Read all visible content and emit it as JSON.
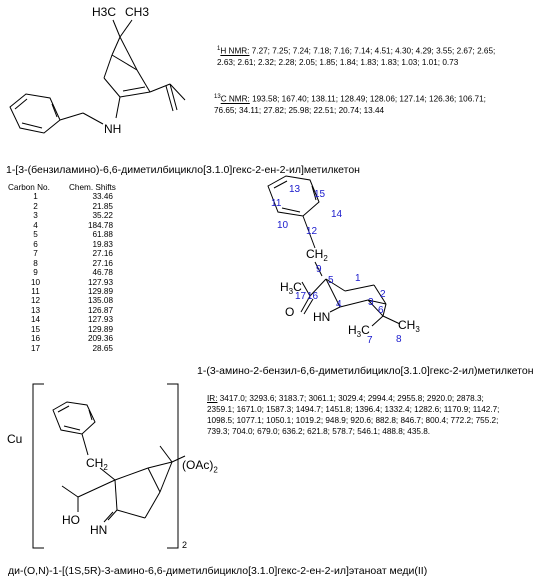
{
  "compound1": {
    "name": "1-[3-(бензиламино)-6,6-диметилбицикло[3.1.0]гекс-2-ен-2-ил]метилкетон",
    "atom_labels": {
      "h3c": "H3C",
      "ch3": "CH3",
      "nh": "NH"
    },
    "h_nmr_label": "H NMR:",
    "h_nmr_prefix": "1",
    "h_nmr_values": "7.27; 7.25; 7.24; 7.18; 7.16; 7.14; 4.51; 4.30; 4.29; 3.55; 2.67; 2.65; 2.63; 2.61; 2.32; 2.28; 2.05; 1.85; 1.84; 1.83; 1.83; 1.03; 1.01; 0.73",
    "c_nmr_label": "C NMR:",
    "c_nmr_prefix": "13",
    "c_nmr_values": "193.58; 167.40; 138.11; 128.49; 128.06; 127.14; 126.36; 106.71; 76.65; 34.11; 27.82; 25.98; 22.51; 20.74; 13.44"
  },
  "shifts_table": {
    "headers": [
      "Carbon No.",
      "Chem. Shifts"
    ],
    "rows": [
      [
        "1",
        "33.46"
      ],
      [
        "2",
        "21.85"
      ],
      [
        "3",
        "35.22"
      ],
      [
        "4",
        "184.78"
      ],
      [
        "5",
        "61.88"
      ],
      [
        "6",
        "19.83"
      ],
      [
        "7",
        "27.16"
      ],
      [
        "8",
        "27.16"
      ],
      [
        "9",
        "46.78"
      ],
      [
        "10",
        "127.93"
      ],
      [
        "11",
        "129.89"
      ],
      [
        "12",
        "135.08"
      ],
      [
        "13",
        "126.87"
      ],
      [
        "14",
        "127.93"
      ],
      [
        "15",
        "129.89"
      ],
      [
        "16",
        "209.36"
      ],
      [
        "17",
        "28.65"
      ]
    ]
  },
  "compound2": {
    "name": "1-(3-амино-2-бензил-6,6-диметилбицикло[3.1.0]гекс-2-ил)метилкетон",
    "atom_labels": {
      "ch2": "CH",
      "h3c": "H C",
      "hn": "HN",
      "o": "O",
      "ch3": "CH",
      "h3c2": "H C"
    },
    "atom_numbers": [
      "13",
      "11",
      "15",
      "10",
      "12",
      "14",
      "9",
      "5",
      "1",
      "16",
      "4",
      "3",
      "2",
      "17",
      "6",
      "7",
      "8"
    ]
  },
  "compound3": {
    "name": "ди-(O,N)-1-[(1S,5R)-3-амино-6,6-диметилбицикло[3.1.0]гекс-2-ен-2-ил]этаноат меди(II)",
    "metal": "Cu",
    "counter_ion": "(OAc)",
    "counter_sub": "2",
    "bracket_sub": "2",
    "atom_labels": {
      "ch2": "CH",
      "ho": "HO",
      "hn": "HN"
    },
    "ir_label": "IR:",
    "ir_values": "3417.0; 3293.6; 3183.7; 3061.1; 3029.4; 2994.4; 2955.8; 2920.0; 2878.3; 2359.1; 1671.0; 1587.3; 1494.7; 1451.8; 1396.4; 1332.4; 1282.6; 1170.9; 1142.7; 1098.5; 1077.1; 1050.1; 1019.2; 948.9; 920.6; 882.8; 846.7; 800.4; 772.2; 755.2; 739.3; 704.0; 679.0; 636.2; 621.8; 578.7; 546.1; 488.8; 435.8."
  }
}
